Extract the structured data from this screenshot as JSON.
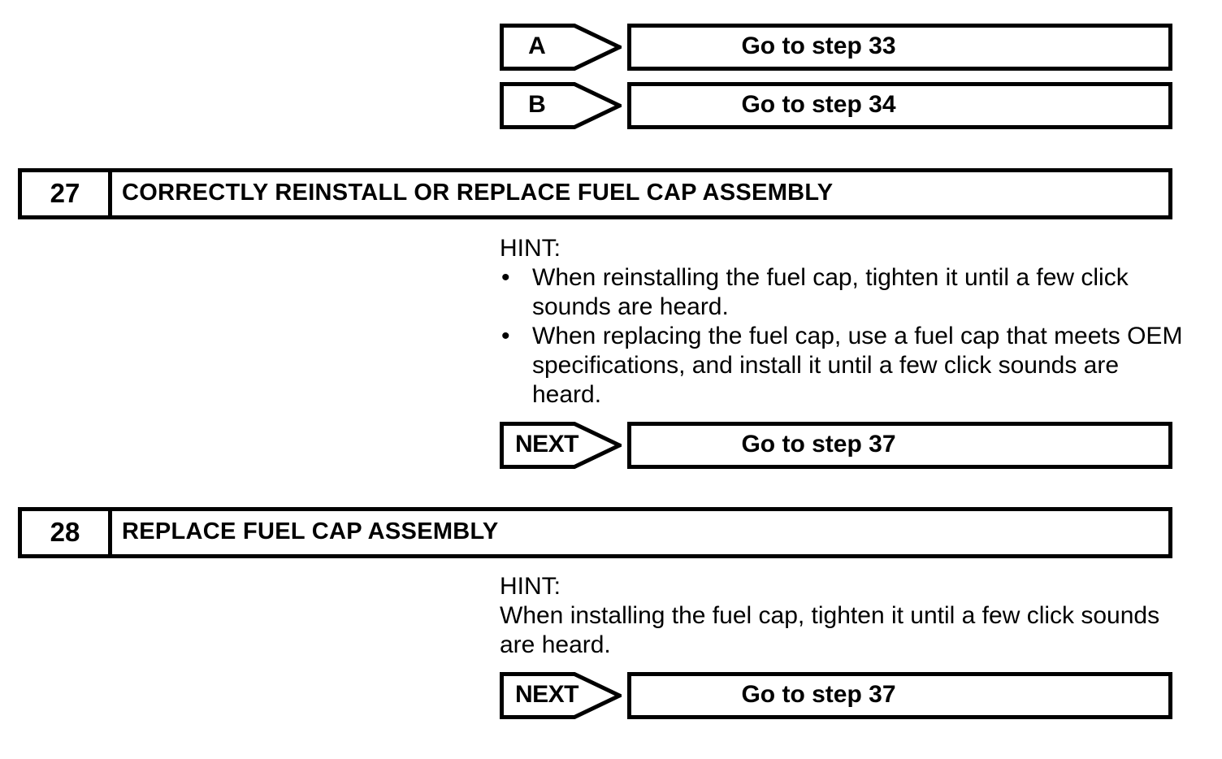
{
  "document": {
    "type": "service-manual-flowchart",
    "page_background": "#ffffff",
    "ink_color": "#000000"
  },
  "branches": [
    {
      "tag": "A",
      "result": "Go to step 33"
    },
    {
      "tag": "B",
      "result": "Go to step 34"
    }
  ],
  "steps": [
    {
      "number": "27",
      "title": "CORRECTLY REINSTALL OR REPLACE FUEL CAP ASSEMBLY",
      "hint": {
        "label": "HINT:",
        "bullet_glyph": "•",
        "items": [
          "When reinstalling the fuel cap, tighten it until a few click sounds are heard.",
          "When replacing the fuel cap, use a fuel cap that meets OEM specifications, and install it until a few click sounds are heard."
        ]
      },
      "next": {
        "tag": "NEXT",
        "result": "Go to step 37"
      }
    },
    {
      "number": "28",
      "title": "REPLACE FUEL CAP ASSEMBLY",
      "hint": {
        "label": "HINT:",
        "text": "When installing the fuel cap, tighten it until a few click sounds are heard."
      },
      "next": {
        "tag": "NEXT",
        "result": "Go to step 37"
      }
    }
  ]
}
